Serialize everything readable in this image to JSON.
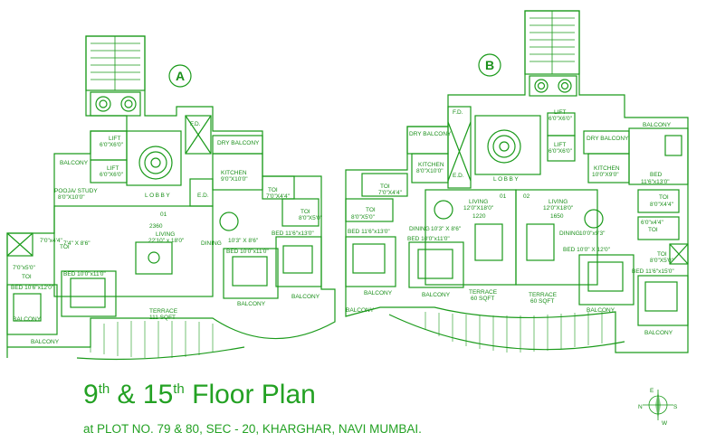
{
  "title": {
    "n1": "9",
    "s1": "th",
    "mid": " & 15",
    "s2": "th",
    "end": " Floor Plan"
  },
  "subtitle": "at PLOT NO. 79 & 80, SEC - 20, KHARGHAR, NAVI MUMBAI.",
  "compass": {
    "n": "N",
    "e": "E",
    "s": "S",
    "w": "W"
  },
  "tower_a": {
    "badge": "A",
    "lobby": "LOBBY",
    "lift1": "LIFT",
    "lift1_dim": "6'0\"X6'0\"",
    "lift2": "LIFT",
    "lift2_dim": "6'0\"X6'0\"",
    "fd": "F.D.",
    "ed": "E.D.",
    "balcony_top": "BALCONY",
    "pooja": "POOJA/ STUDY",
    "pooja_dim": "8'0\"X10'0\"",
    "dry_balcony": "DRY BALCONY",
    "kitchen": "KITCHEN",
    "kitchen_dim": "9'0\"X10'0\"",
    "toi_a": "TOI",
    "toi_a_dim": "7'0\"X4'4\"",
    "toi_b": "TOI",
    "toi_b_dim": "8'0\"X5'0\"",
    "flat_no": "01",
    "area": "2360",
    "living": "LIVING",
    "living_dim": "22'10\" x 18'0\"",
    "dining": "DINING",
    "dining_dim": "10'3\" X 8'6\"",
    "passage_dim": "7'4\" X 8'6\"",
    "toi_c": "7'0\"x4'4\"",
    "toi_c_label": "TOI",
    "toi_d": "7'0\"x5'0\"",
    "toi_d_label": "TOI",
    "bed1": "BED 10'6\"x12'0\"",
    "bed2": "BED 10'0\"x11'0\"",
    "bed3": "BED 10'0\"x11'0\"",
    "bed4": "BED 11'6\"x13'0\"",
    "terrace": "TERRACE",
    "terrace_area": "111 SQFT",
    "balcony_l": "BALCONY",
    "balcony_m": "BALCONY",
    "balcony_r": "BALCONY",
    "balcony_b": "BALCONY"
  },
  "tower_b": {
    "badge": "B",
    "lobby": "LOBBY",
    "fd": "F.D.",
    "ed": "E.D.",
    "lift1": "LIFT",
    "lift1_dim": "6'0\"X6'0\"",
    "lift2": "LIFT",
    "lift2_dim": "6'0\"X6'0\"",
    "dry_balcony_l": "DRY BALCONY",
    "dry_balcony_r": "DRY BALCONY",
    "kitchen_l": "KITCHEN",
    "kitchen_l_dim": "8'0\"X10'0\"",
    "kitchen_r": "KITCHEN",
    "kitchen_r_dim": "10'0\"X9'0\"",
    "balcony_tr": "BALCONY",
    "toi_l": "TOI",
    "toi_l_dim": "7'0\"X4'4\"",
    "toi_l2": "TOI",
    "toi_l2_dim": "8'0\"X5'0\"",
    "flat_1": "01",
    "flat_2": "02",
    "living_l": "LIVING",
    "living_l_dim": "12'0\"X18'0\"",
    "area_l": "1220",
    "living_r": "LIVING",
    "living_r_dim": "12'0\"X18'0\"",
    "area_r": "1650",
    "dining_l": "DINING",
    "dining_l_dim": "10'3\" X 8'6\"",
    "dining_r": "DINING",
    "dining_r_dim": "10'0\"x9'3\"",
    "bed_l1": "BED 11'6\"x13'0\"",
    "bed_l2": "BED 10'0\"x11'0\"",
    "bed_r1": "BED 10'0\" X 12'0\"",
    "bed_r2": "BED 11'6\"x15'0\"",
    "bed_tr": "BED",
    "bed_tr_dim": "11'6\"x13'0\"",
    "toi_r1": "TOI",
    "toi_r1_dim": "8'0\"X4'4\"",
    "toi_r2": "6'0\"x4'4\"",
    "toi_r2_label": "TOI",
    "toi_r3": "TOI",
    "toi_r3_dim": "8'0\"X5'0\"",
    "terrace_l": "TERRACE",
    "terrace_l_area": "60 SQFT",
    "terrace_r": "TERRACE",
    "terrace_r_area": "60 SQFT",
    "balcony_l": "BALCONY",
    "balcony_m": "BALCONY",
    "balcony_r": "BALCONY",
    "balcony_rr": "BALCONY",
    "balcony_b": "BALCONY"
  },
  "colors": {
    "line": "#1a9a1a",
    "text": "#23a123"
  }
}
